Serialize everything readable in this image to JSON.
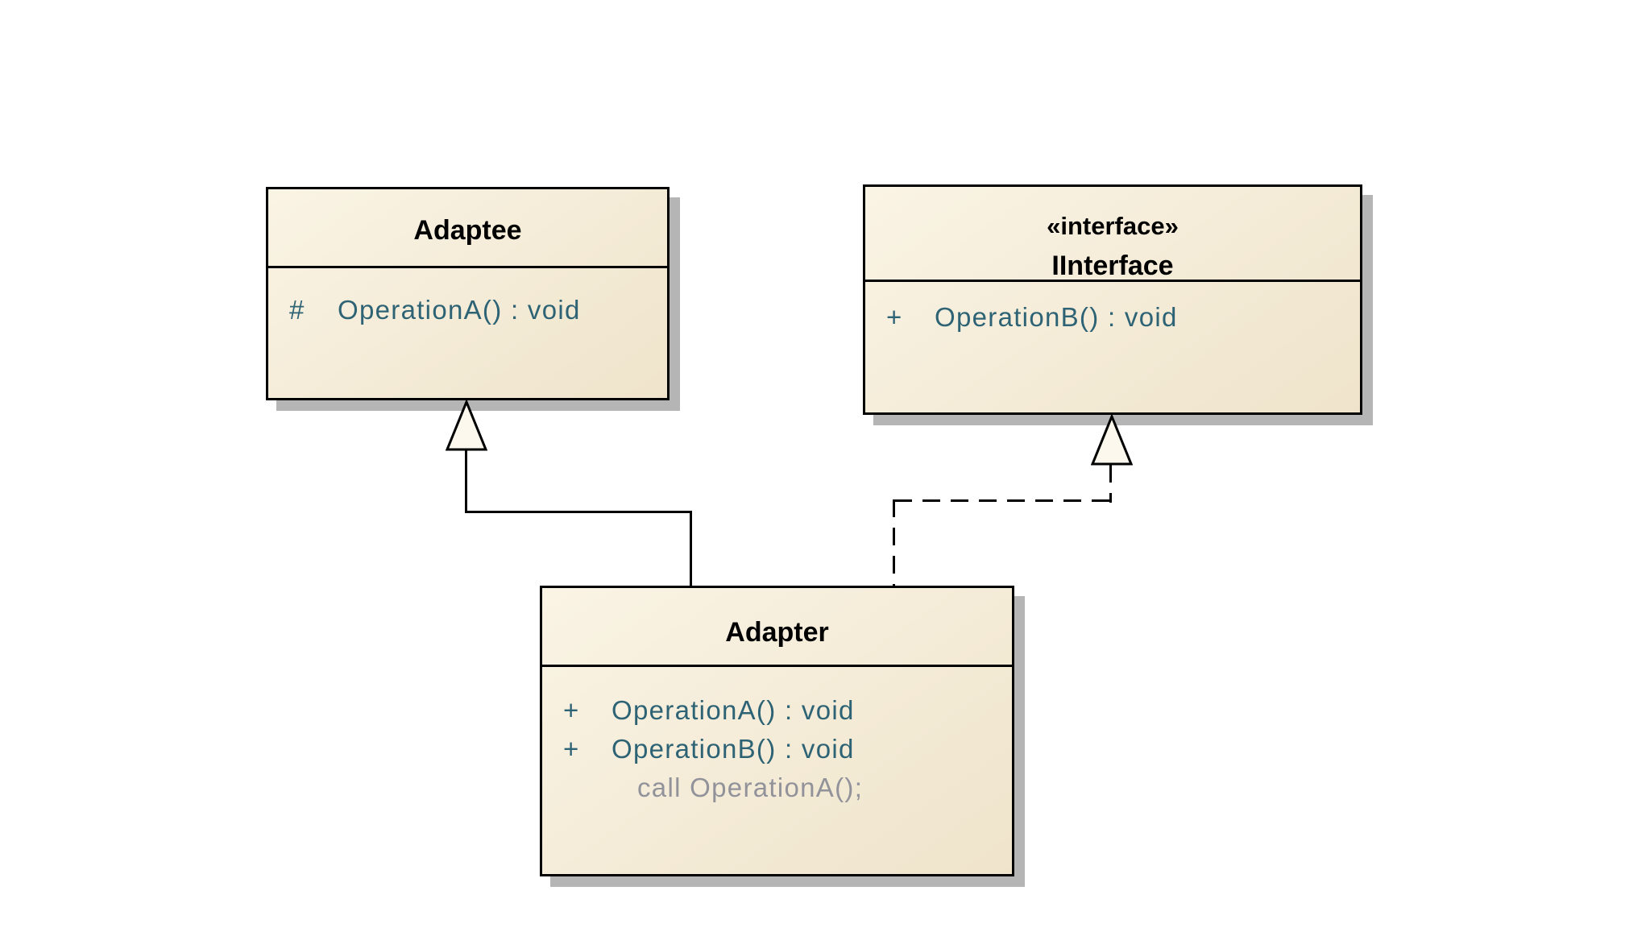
{
  "diagram": {
    "type": "uml-class-diagram",
    "classes": [
      {
        "id": "adaptee",
        "stereotype": "",
        "name": "Adaptee",
        "members": [
          {
            "visibility": "#",
            "signature": "OperationA() : void"
          }
        ]
      },
      {
        "id": "iinterface",
        "stereotype": "«interface»",
        "name": "IInterface",
        "members": [
          {
            "visibility": "+",
            "signature": "OperationB() : void"
          }
        ]
      },
      {
        "id": "adapter",
        "stereotype": "",
        "name": "Adapter",
        "members": [
          {
            "visibility": "+",
            "signature": "OperationA() : void"
          },
          {
            "visibility": "+",
            "signature": "OperationB() : void"
          }
        ],
        "note": "call OperationA();"
      }
    ],
    "connectors": [
      {
        "from": "Adapter",
        "to": "Adaptee",
        "style": "solid",
        "arrowhead": "hollow-triangle"
      },
      {
        "from": "Adapter",
        "to": "IInterface",
        "style": "dashed",
        "arrowhead": "hollow-triangle"
      }
    ]
  },
  "colors": {
    "canvas_bg": "#ffffff",
    "fill_a": "#faf4e5",
    "fill_b": "#efe4cb",
    "box_border": "#000000",
    "shadow": "#b5b5b5",
    "title_text": "#000000",
    "member_text": "#2d6375",
    "note_text": "#92929a",
    "line": "#000000",
    "triangle_fill": "#fcf8ee"
  }
}
